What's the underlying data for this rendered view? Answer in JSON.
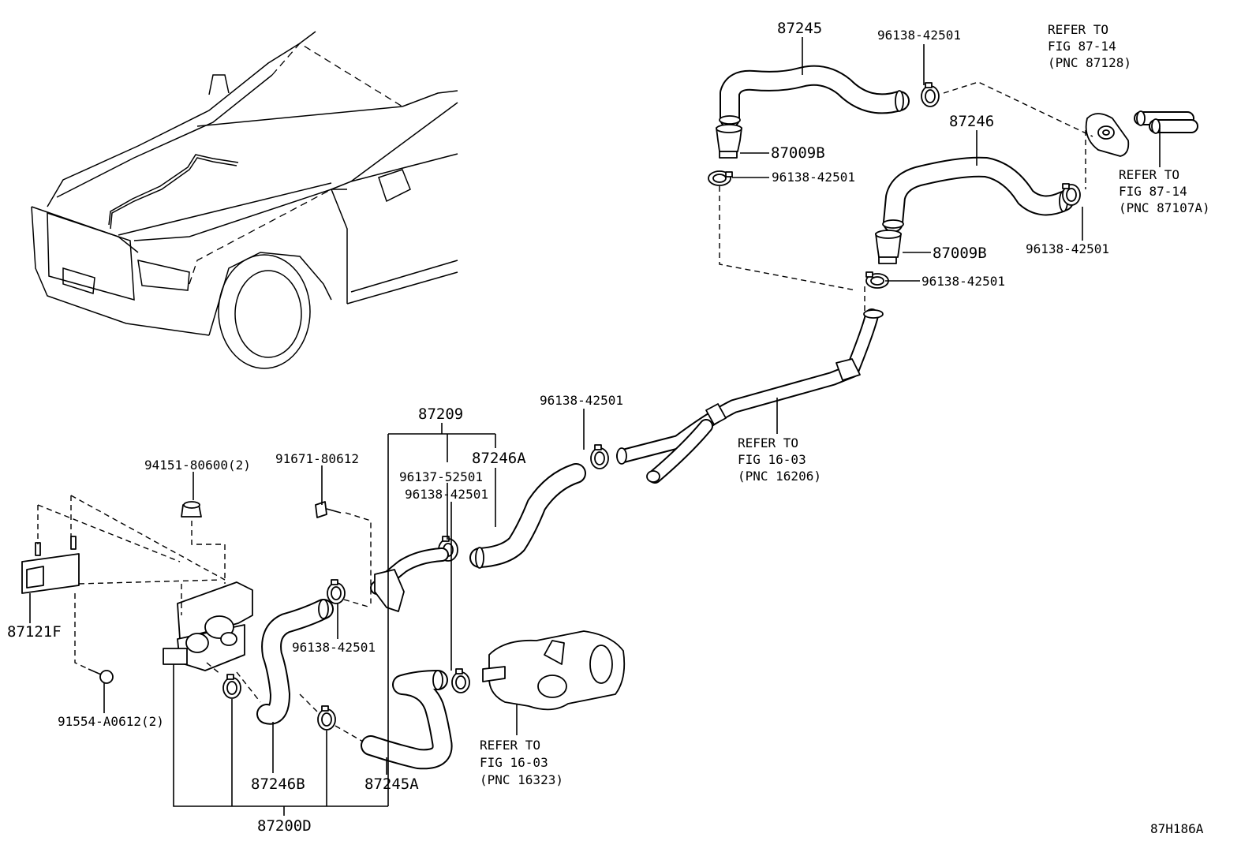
{
  "diagram_code": "87H186A",
  "labels": {
    "p87245": "87245",
    "p87246": "87246",
    "p87009b_1": "87009B",
    "p87009b_2": "87009B",
    "p87209": "87209",
    "p87246a": "87246A",
    "p87121f": "87121F",
    "p87246b": "87246B",
    "p87245a": "87245A",
    "p87200d": "87200D",
    "clamp_top": "96138-42501",
    "clamp_left": "96138-42501",
    "clamp_right": "96138-42501",
    "clamp_mid": "96138-42501",
    "clamp_pipe": "96138-42501",
    "clamp_lower_left": "96138-42501",
    "clamp_lower_right": "96138-42501",
    "clamp_96137": "96137-52501",
    "bolt_91671": "91671-80612",
    "nut_94151": "94151-80600(2)",
    "bolt_91554": "91554-A0612(2)"
  },
  "refs": {
    "ref_87128": [
      "REFER TO",
      "FIG 87-14",
      "(PNC 87128)"
    ],
    "ref_87107a": [
      "REFER TO",
      "FIG 87-14",
      "(PNC 87107A)"
    ],
    "ref_16206": [
      "REFER TO",
      "FIG 16-03",
      "(PNC 16206)"
    ],
    "ref_16323": [
      "REFER TO",
      "FIG 16-03",
      "(PNC 16323)"
    ]
  }
}
